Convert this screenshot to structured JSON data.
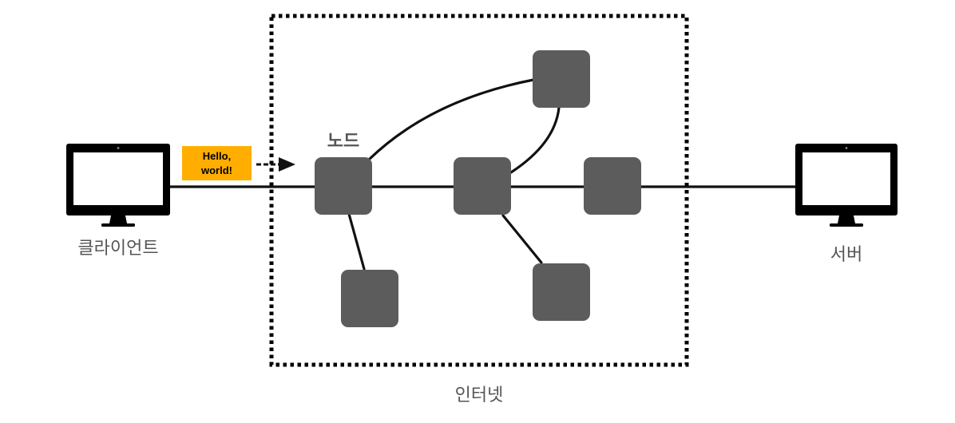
{
  "labels": {
    "client": "클라이언트",
    "server": "서버",
    "node": "노드",
    "internet": "인터넷"
  },
  "message": {
    "line1": "Hello,",
    "line2": "world!"
  },
  "colors": {
    "node": "#5c5c5c",
    "message_bg": "#ffae00",
    "line": "#111111",
    "label": "#555555"
  },
  "icons": {
    "client": "desktop-monitor-icon",
    "server": "desktop-monitor-icon"
  }
}
